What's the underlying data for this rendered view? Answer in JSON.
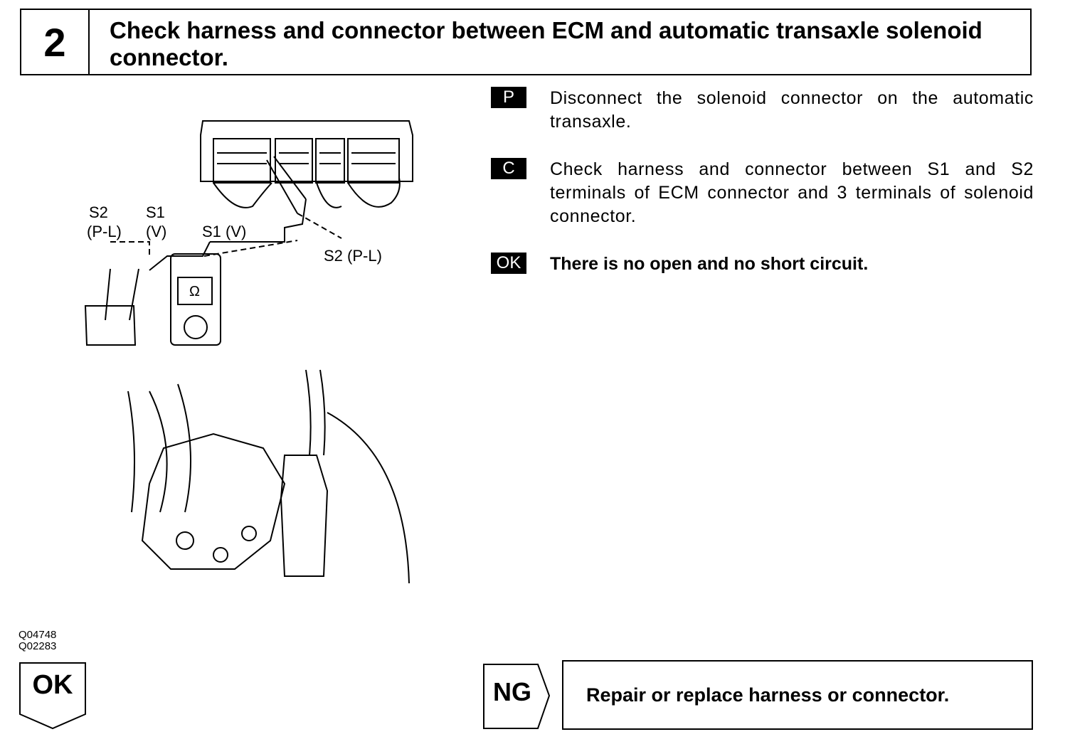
{
  "header": {
    "step_number": "2",
    "title": "Check harness and connector between ECM and automatic transaxle solenoid connector."
  },
  "figure": {
    "label_s2_left": "S2",
    "label_pl_left": "(P-L)",
    "label_s1_left": "S1",
    "label_v_left": "(V)",
    "label_s1_v": "S1 (V)",
    "label_s2_pl": "S2 (P-L)",
    "meter_symbol": "Ω",
    "codes": [
      "Q04748",
      "Q02283"
    ]
  },
  "instructions": [
    {
      "badge": "P",
      "text": "Disconnect the solenoid connector on the automatic transaxle."
    },
    {
      "badge": "C",
      "text": "Check harness and connector between S1 and S2 terminals of ECM connector and 3 terminals of solenoid connector."
    },
    {
      "badge": "OK",
      "text": "There is no open and no short circuit."
    }
  ],
  "results": {
    "ok_label": "OK",
    "ng_label": "NG",
    "ng_action": "Repair or replace harness or connector."
  }
}
